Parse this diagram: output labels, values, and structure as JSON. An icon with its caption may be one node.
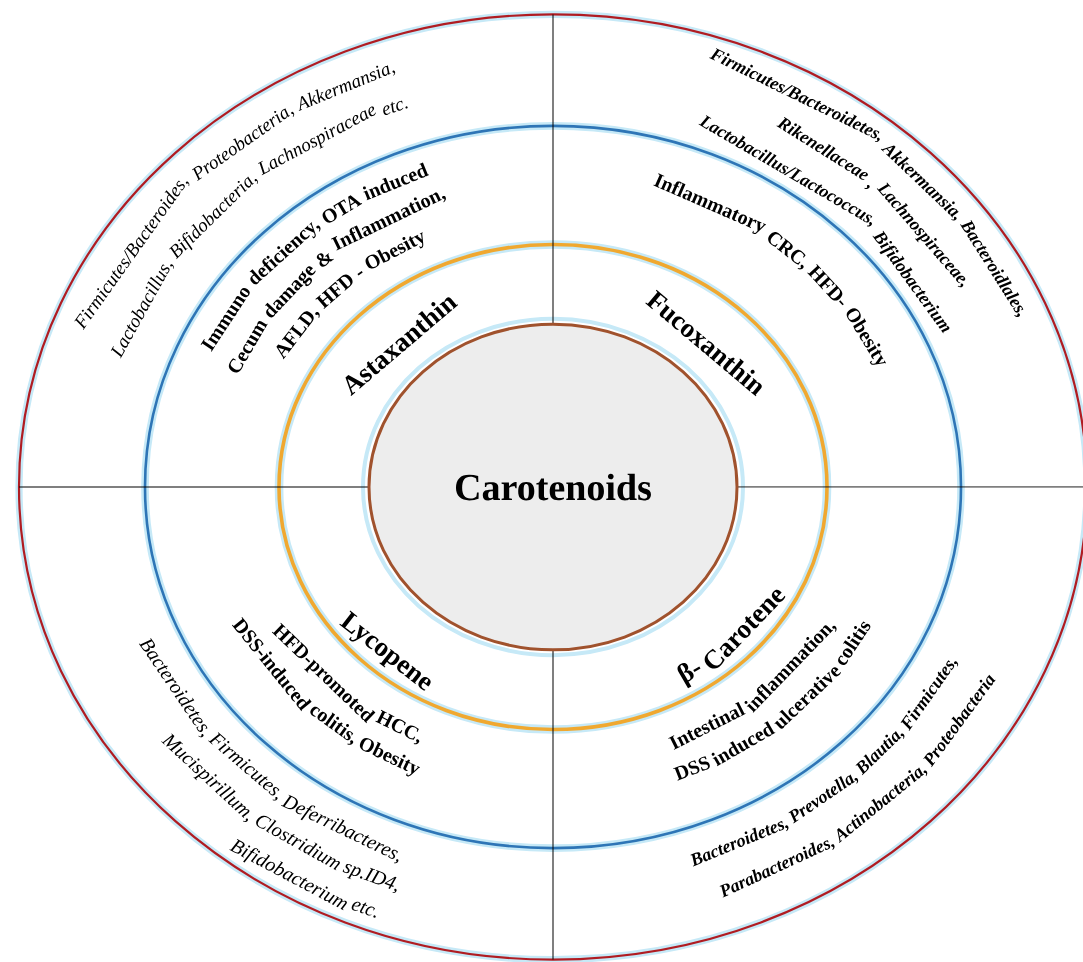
{
  "diagram": {
    "nodes": [
      {
        "text": [
          "Carotenoids"
        ]
      }
    ],
    "labels": [
      "Firmicutes/Bacteroides, Proteobacteria, Akkermansia,",
      "Lactobacillus, Bifidobacteria, Lachnospiraceae etc.",
      "Immuno deficiency, OTA induced",
      "Cecum damage & Inflammation,",
      "AFLD, HFD - Obesity",
      "Astaxanthin",
      "Firmicutes/Bacteroidetes, Akkermansia, Bacteroidlales,",
      "Rikenellaceae , Lachnospiraceae,",
      "Lactobacillus/Lactococcus, Bifidobacterium",
      "Inflammatory CRC, HFD- Obesity",
      "Fucoxanthin",
      "Lycopene",
      "HFD-promoted HCC,",
      "DSS-induced colitis, Obesity",
      "Bacteroidetes, Firmicutes, Deferribacteres,",
      "Mucispirillum, Clostridium sp.ID4,",
      "Bifidobacterium etc.",
      "β- Carotene",
      "Intestinal inflammation,",
      "DSS induced ulcerative colitis",
      "Bacteroidetes, Prevotella, Blautia, Firmicutes,",
      "Parabacteroides, Actinobacteria, Proteobacteria"
    ]
  }
}
